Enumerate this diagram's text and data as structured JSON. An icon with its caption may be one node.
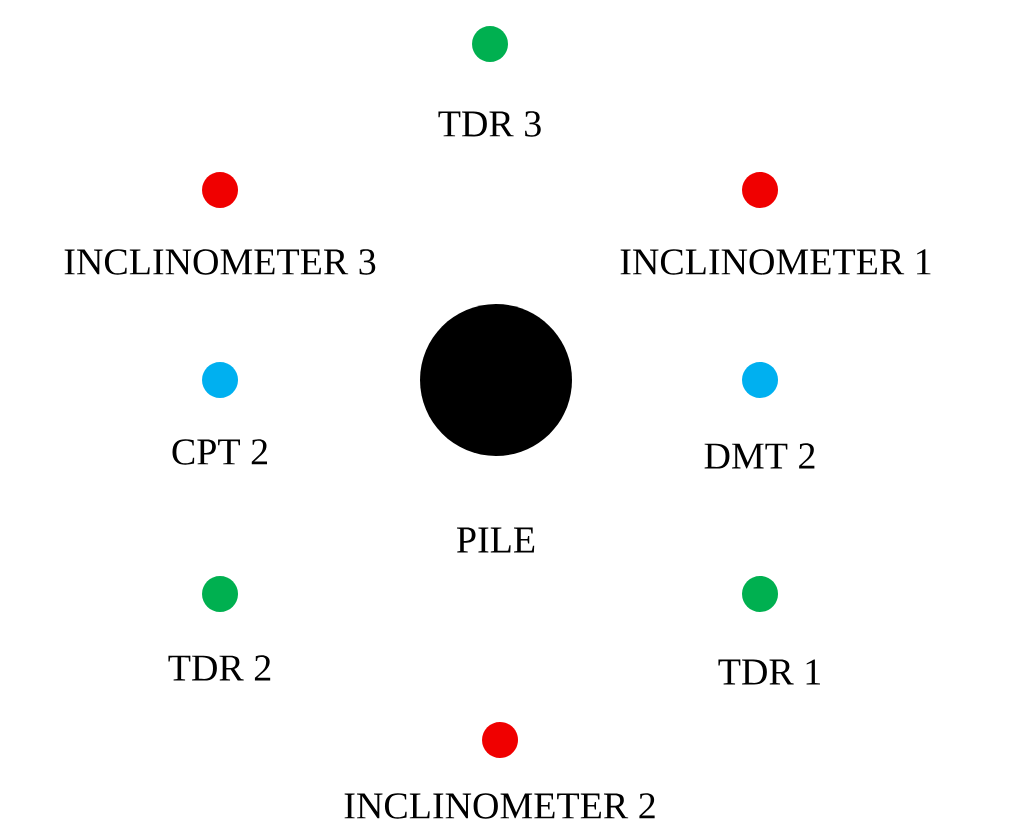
{
  "diagram": {
    "nodes": [
      {
        "text": [
          "TDR 3"
        ]
      },
      {
        "text": [
          "INCLINOMETER 3"
        ]
      },
      {
        "text": [
          "INCLINOMETER 1"
        ]
      },
      {
        "text": [
          "CPT 2"
        ]
      },
      {
        "text": [
          "PILE"
        ]
      },
      {
        "text": [
          "DMT 2"
        ]
      },
      {
        "text": [
          "TDR 2"
        ]
      },
      {
        "text": [
          "TDR 1"
        ]
      },
      {
        "text": [
          "INCLINOMETER 2"
        ]
      }
    ]
  }
}
